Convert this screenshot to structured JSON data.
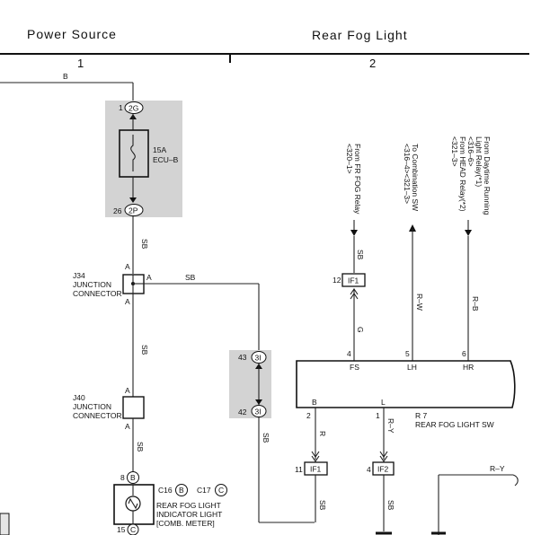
{
  "header": {
    "left_title": "Power Source",
    "right_title": "Rear Fog Light",
    "left_number": "1",
    "right_number": "2"
  },
  "fuse": {
    "top_pin": "1",
    "top_conn": "2G",
    "rating": "15A",
    "name": "ECU–B",
    "bottom_pin": "26",
    "bottom_conn": "2P"
  },
  "wire_colors": {
    "top_left": "B",
    "sb": "SB",
    "g": "G",
    "rw": "R–W",
    "rb": "R–B",
    "r": "R",
    "ry": "R–Y",
    "ry_right": "R–Y"
  },
  "j34": {
    "line1": "J34",
    "line2": "JUNCTION",
    "line3": "CONNECTOR",
    "pin_top": "A",
    "pin_right": "A",
    "pin_bottom": "A"
  },
  "j40": {
    "line1": "J40",
    "line2": "JUNCTION",
    "line3": "CONNECTOR",
    "pin_top": "A",
    "pin_bottom": "A"
  },
  "conn_3i": {
    "top_pin": "43",
    "top_conn": "3I",
    "bottom_pin": "42",
    "bottom_conn": "3I"
  },
  "refs": {
    "fr_fog_line1": "From FR FOG Relay",
    "fr_fog_line2": "<320–1>",
    "comb_sw_line1": "To Combination SW",
    "comb_sw_line2": "<316–4><321–3>",
    "drl_line1": "From Daytime Running",
    "drl_line2": "Light Relay(*1)",
    "drl_line3": "<316–6>",
    "drl_line4": "From HEAD Relay(*2)",
    "drl_line5": "<321–3>"
  },
  "if1_top": {
    "pin": "12",
    "conn": "IF1"
  },
  "switch": {
    "pin_fs": "4",
    "label_fs": "FS",
    "pin_lh": "5",
    "label_lh": "LH",
    "pin_hr": "6",
    "label_hr": "HR",
    "pin_b": "2",
    "label_b": "B",
    "pin_l": "1",
    "label_l": "L",
    "ref": "R 7",
    "name": "REAR FOG LIGHT SW"
  },
  "if1_bottom": {
    "pin": "11",
    "conn": "IF1"
  },
  "if2": {
    "pin": "4",
    "conn": "IF2"
  },
  "indicator": {
    "top_pin": "8",
    "top_conn": "B",
    "bottom_pin": "15",
    "bottom_conn": "C",
    "ref_c16": "C16",
    "ref_c16_conn": "B",
    "ref_c17": "C17",
    "ref_c17_conn": "C",
    "line1": "REAR FOG LIGHT",
    "line2": "INDICATOR LIGHT",
    "line3": "[COMB. METER]"
  }
}
